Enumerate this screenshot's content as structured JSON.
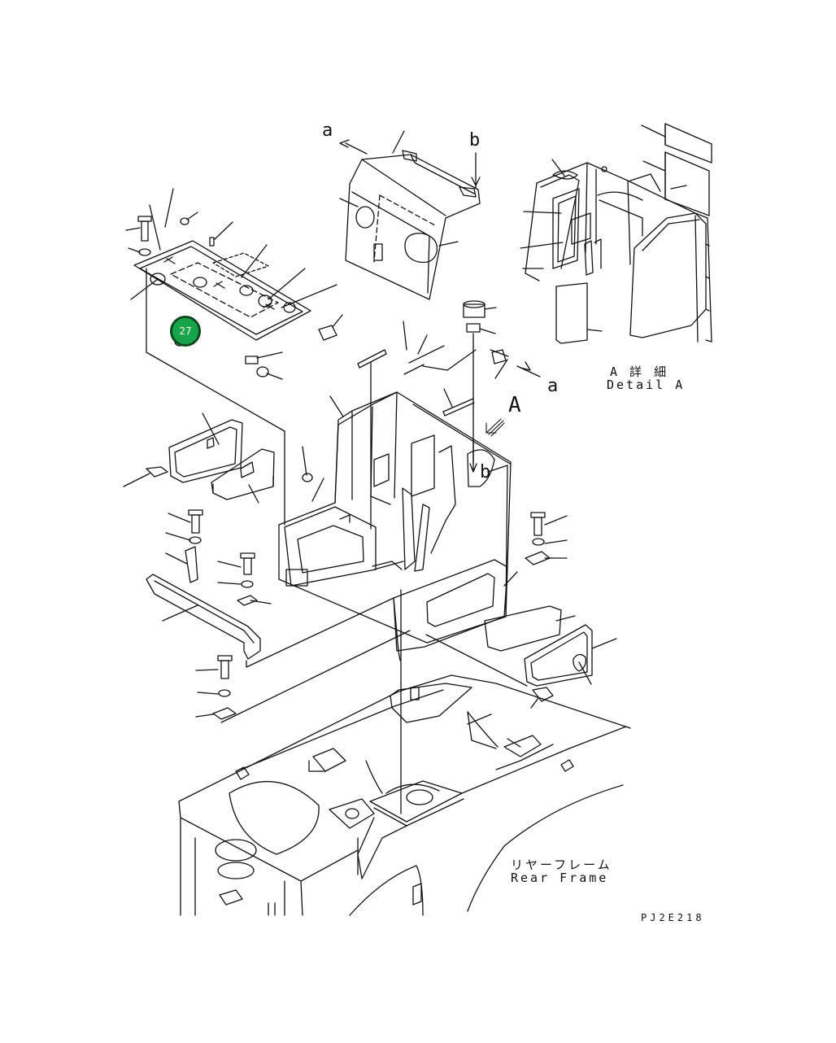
{
  "diagram": {
    "labels": {
      "arrow_a_top": "a",
      "arrow_b_top": "b",
      "arrow_a_mid": "a",
      "arrow_b_mid": "b",
      "view_A": "A",
      "detail_jp": "A 詳 細",
      "detail_en": "Detail A",
      "rear_frame_jp": "リヤーフレーム",
      "rear_frame_en": "Rear Frame",
      "drawing_code": "PJ2E218"
    },
    "callout": {
      "number": "27",
      "color": "#16a34a",
      "border_color": "#0b4a1f"
    },
    "line_color": "#111111"
  }
}
